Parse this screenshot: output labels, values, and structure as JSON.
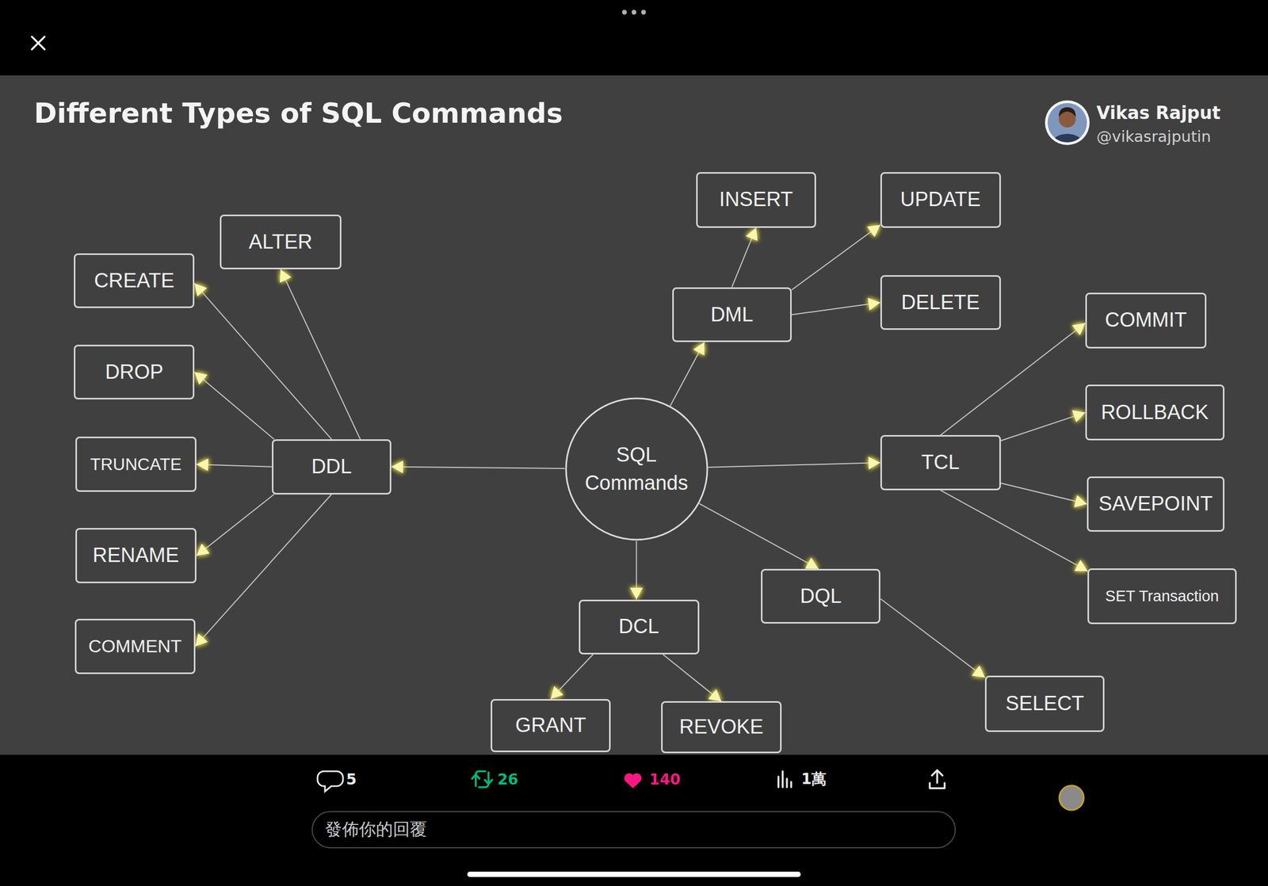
{
  "diagram": {
    "title": "Different Types of SQL Commands",
    "nodes": [
      {
        "text": [
          "SQL Commands"
        ]
      },
      {
        "text": [
          "DDL"
        ]
      },
      {
        "text": [
          "CREATE"
        ]
      },
      {
        "text": [
          "ALTER"
        ]
      },
      {
        "text": [
          "DROP"
        ]
      },
      {
        "text": [
          "TRUNCATE"
        ]
      },
      {
        "text": [
          "RENAME"
        ]
      },
      {
        "text": [
          "COMMENT"
        ]
      },
      {
        "text": [
          "DML"
        ]
      },
      {
        "text": [
          "INSERT"
        ]
      },
      {
        "text": [
          "UPDATE"
        ]
      },
      {
        "text": [
          "DELETE"
        ]
      },
      {
        "text": [
          "TCL"
        ]
      },
      {
        "text": [
          "COMMIT"
        ]
      },
      {
        "text": [
          "ROLLBACK"
        ]
      },
      {
        "text": [
          "SAVEPOINT"
        ]
      },
      {
        "text": [
          "SET Transaction"
        ]
      },
      {
        "text": [
          "DQL"
        ]
      },
      {
        "text": [
          "SELECT"
        ]
      },
      {
        "text": [
          "DCL"
        ]
      },
      {
        "text": [
          "GRANT"
        ]
      },
      {
        "text": [
          "REVOKE"
        ]
      }
    ],
    "edges": [
      {
        "from": 0,
        "to": 1,
        "arrow": "to"
      },
      {
        "from": 1,
        "to": 2,
        "arrow": "to"
      },
      {
        "from": 1,
        "to": 3,
        "arrow": "to"
      },
      {
        "from": 1,
        "to": 4,
        "arrow": "to"
      },
      {
        "from": 1,
        "to": 5,
        "arrow": "to"
      },
      {
        "from": 1,
        "to": 6,
        "arrow": "to"
      },
      {
        "from": 1,
        "to": 7,
        "arrow": "to"
      },
      {
        "from": 0,
        "to": 8,
        "arrow": "to"
      },
      {
        "from": 8,
        "to": 9,
        "arrow": "to"
      },
      {
        "from": 8,
        "to": 10,
        "arrow": "to"
      },
      {
        "from": 8,
        "to": 11,
        "arrow": "to"
      },
      {
        "from": 0,
        "to": 12,
        "arrow": "to"
      },
      {
        "from": 12,
        "to": 13,
        "arrow": "to"
      },
      {
        "from": 12,
        "to": 14,
        "arrow": "to"
      },
      {
        "from": 12,
        "to": 15,
        "arrow": "to"
      },
      {
        "from": 12,
        "to": 16,
        "arrow": "to"
      },
      {
        "from": 0,
        "to": 17,
        "arrow": "to"
      },
      {
        "from": 17,
        "to": 18,
        "arrow": "to"
      },
      {
        "from": 0,
        "to": 19,
        "arrow": "to"
      },
      {
        "from": 19,
        "to": 20,
        "arrow": "to"
      },
      {
        "from": 19,
        "to": 21,
        "arrow": "to"
      }
    ],
    "labels": [
      "Vikas Rajput",
      "@vikasrajputin",
      "5",
      "26",
      "140",
      "1萬",
      "發佈你的回覆"
    ]
  }
}
